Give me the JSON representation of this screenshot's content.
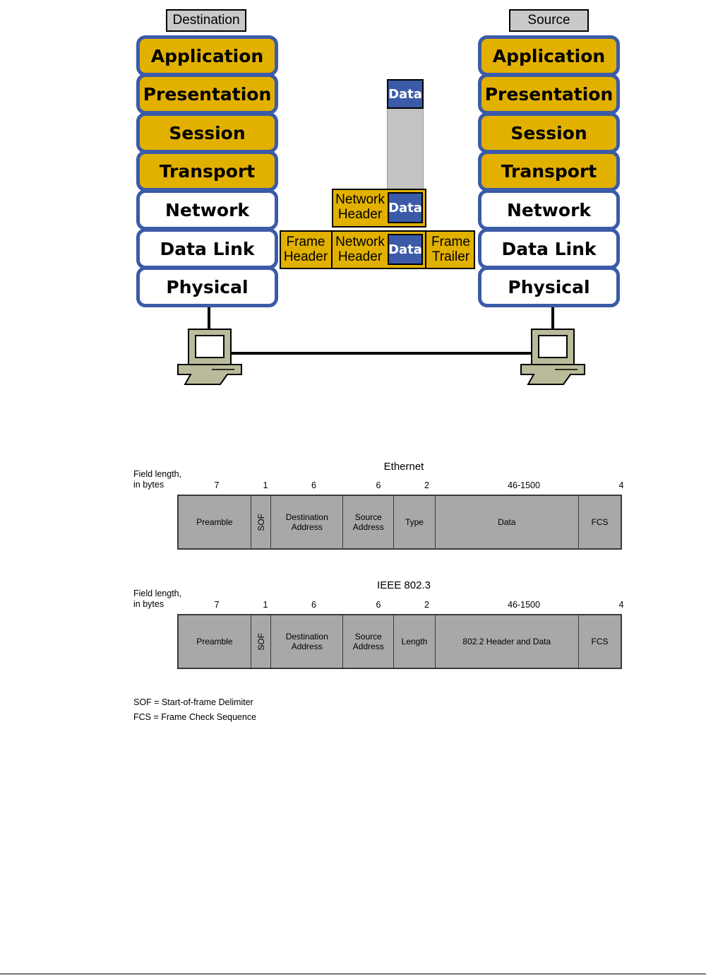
{
  "osi": {
    "destination_label": "Destination",
    "source_label": "Source",
    "layers": [
      "Application",
      "Presentation",
      "Session",
      "Transport",
      "Network",
      "Data Link",
      "Physical"
    ]
  },
  "encapsulation": {
    "data_label": "Data",
    "network_header_line1": "Network",
    "network_header_line2": "Header",
    "frame_header_line1": "Frame",
    "frame_header_line2": "Header",
    "frame_trailer_line1": "Frame",
    "frame_trailer_line2": "Trailer"
  },
  "frames": [
    {
      "title": "Ethernet",
      "field_length_line1": "Field length,",
      "field_length_line2": "in bytes",
      "fields": [
        {
          "length": "7",
          "line1": "Preamble",
          "line2": ""
        },
        {
          "length": "1",
          "line1": "SOF",
          "line2": ""
        },
        {
          "length": "6",
          "line1": "Destination",
          "line2": "Address"
        },
        {
          "length": "6",
          "line1": "Source",
          "line2": "Address"
        },
        {
          "length": "2",
          "line1": "Type",
          "line2": ""
        },
        {
          "length": "46-1500",
          "line1": "Data",
          "line2": ""
        },
        {
          "length": "4",
          "line1": "FCS",
          "line2": ""
        }
      ]
    },
    {
      "title": "IEEE 802.3",
      "field_length_line1": "Field length,",
      "field_length_line2": "in bytes",
      "fields": [
        {
          "length": "7",
          "line1": "Preamble",
          "line2": ""
        },
        {
          "length": "1",
          "line1": "SOF",
          "line2": ""
        },
        {
          "length": "6",
          "line1": "Destination",
          "line2": "Address"
        },
        {
          "length": "6",
          "line1": "Source",
          "line2": "Address"
        },
        {
          "length": "2",
          "line1": "Length",
          "line2": ""
        },
        {
          "length": "46-1500",
          "line1": "802.2 Header and Data",
          "line2": ""
        },
        {
          "length": "4",
          "line1": "FCS",
          "line2": ""
        }
      ]
    }
  ],
  "legend": {
    "sof": "SOF = Start-of-frame Delimiter",
    "fcs": "FCS = Frame Check Sequence"
  },
  "colors": {
    "upper_layer_fill": "#e2b100",
    "layer_border": "#3b5ba8",
    "frame_fill": "#a8a8a8"
  }
}
